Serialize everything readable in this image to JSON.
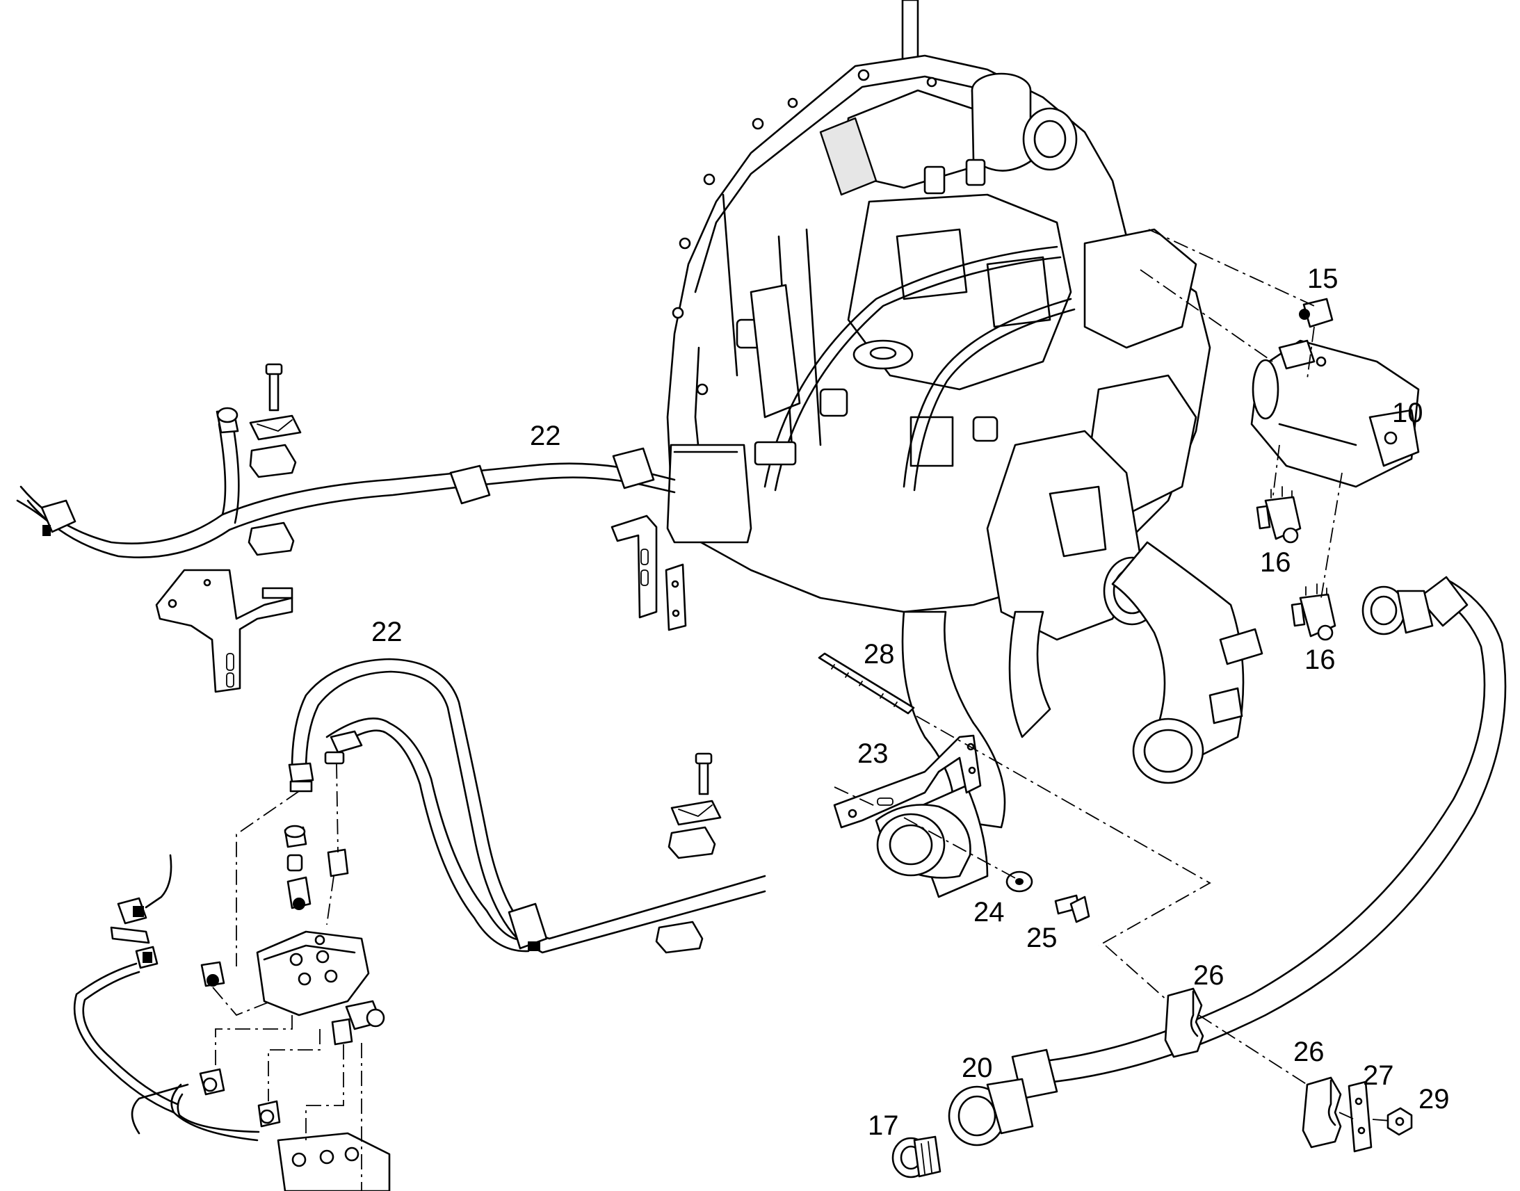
{
  "callouts": [
    {
      "id": "c10",
      "label": "10"
    },
    {
      "id": "c15",
      "label": "15"
    },
    {
      "id": "c16a",
      "label": "16"
    },
    {
      "id": "c16b",
      "label": "16"
    },
    {
      "id": "c17",
      "label": "17"
    },
    {
      "id": "c20",
      "label": "20"
    },
    {
      "id": "c22a",
      "label": "22"
    },
    {
      "id": "c22b",
      "label": "22"
    },
    {
      "id": "c23",
      "label": "23"
    },
    {
      "id": "c24",
      "label": "24"
    },
    {
      "id": "c25",
      "label": "25"
    },
    {
      "id": "c26a",
      "label": "26"
    },
    {
      "id": "c26b",
      "label": "26"
    },
    {
      "id": "c27",
      "label": "27"
    },
    {
      "id": "c28",
      "label": "28"
    },
    {
      "id": "c29",
      "label": "29"
    }
  ]
}
